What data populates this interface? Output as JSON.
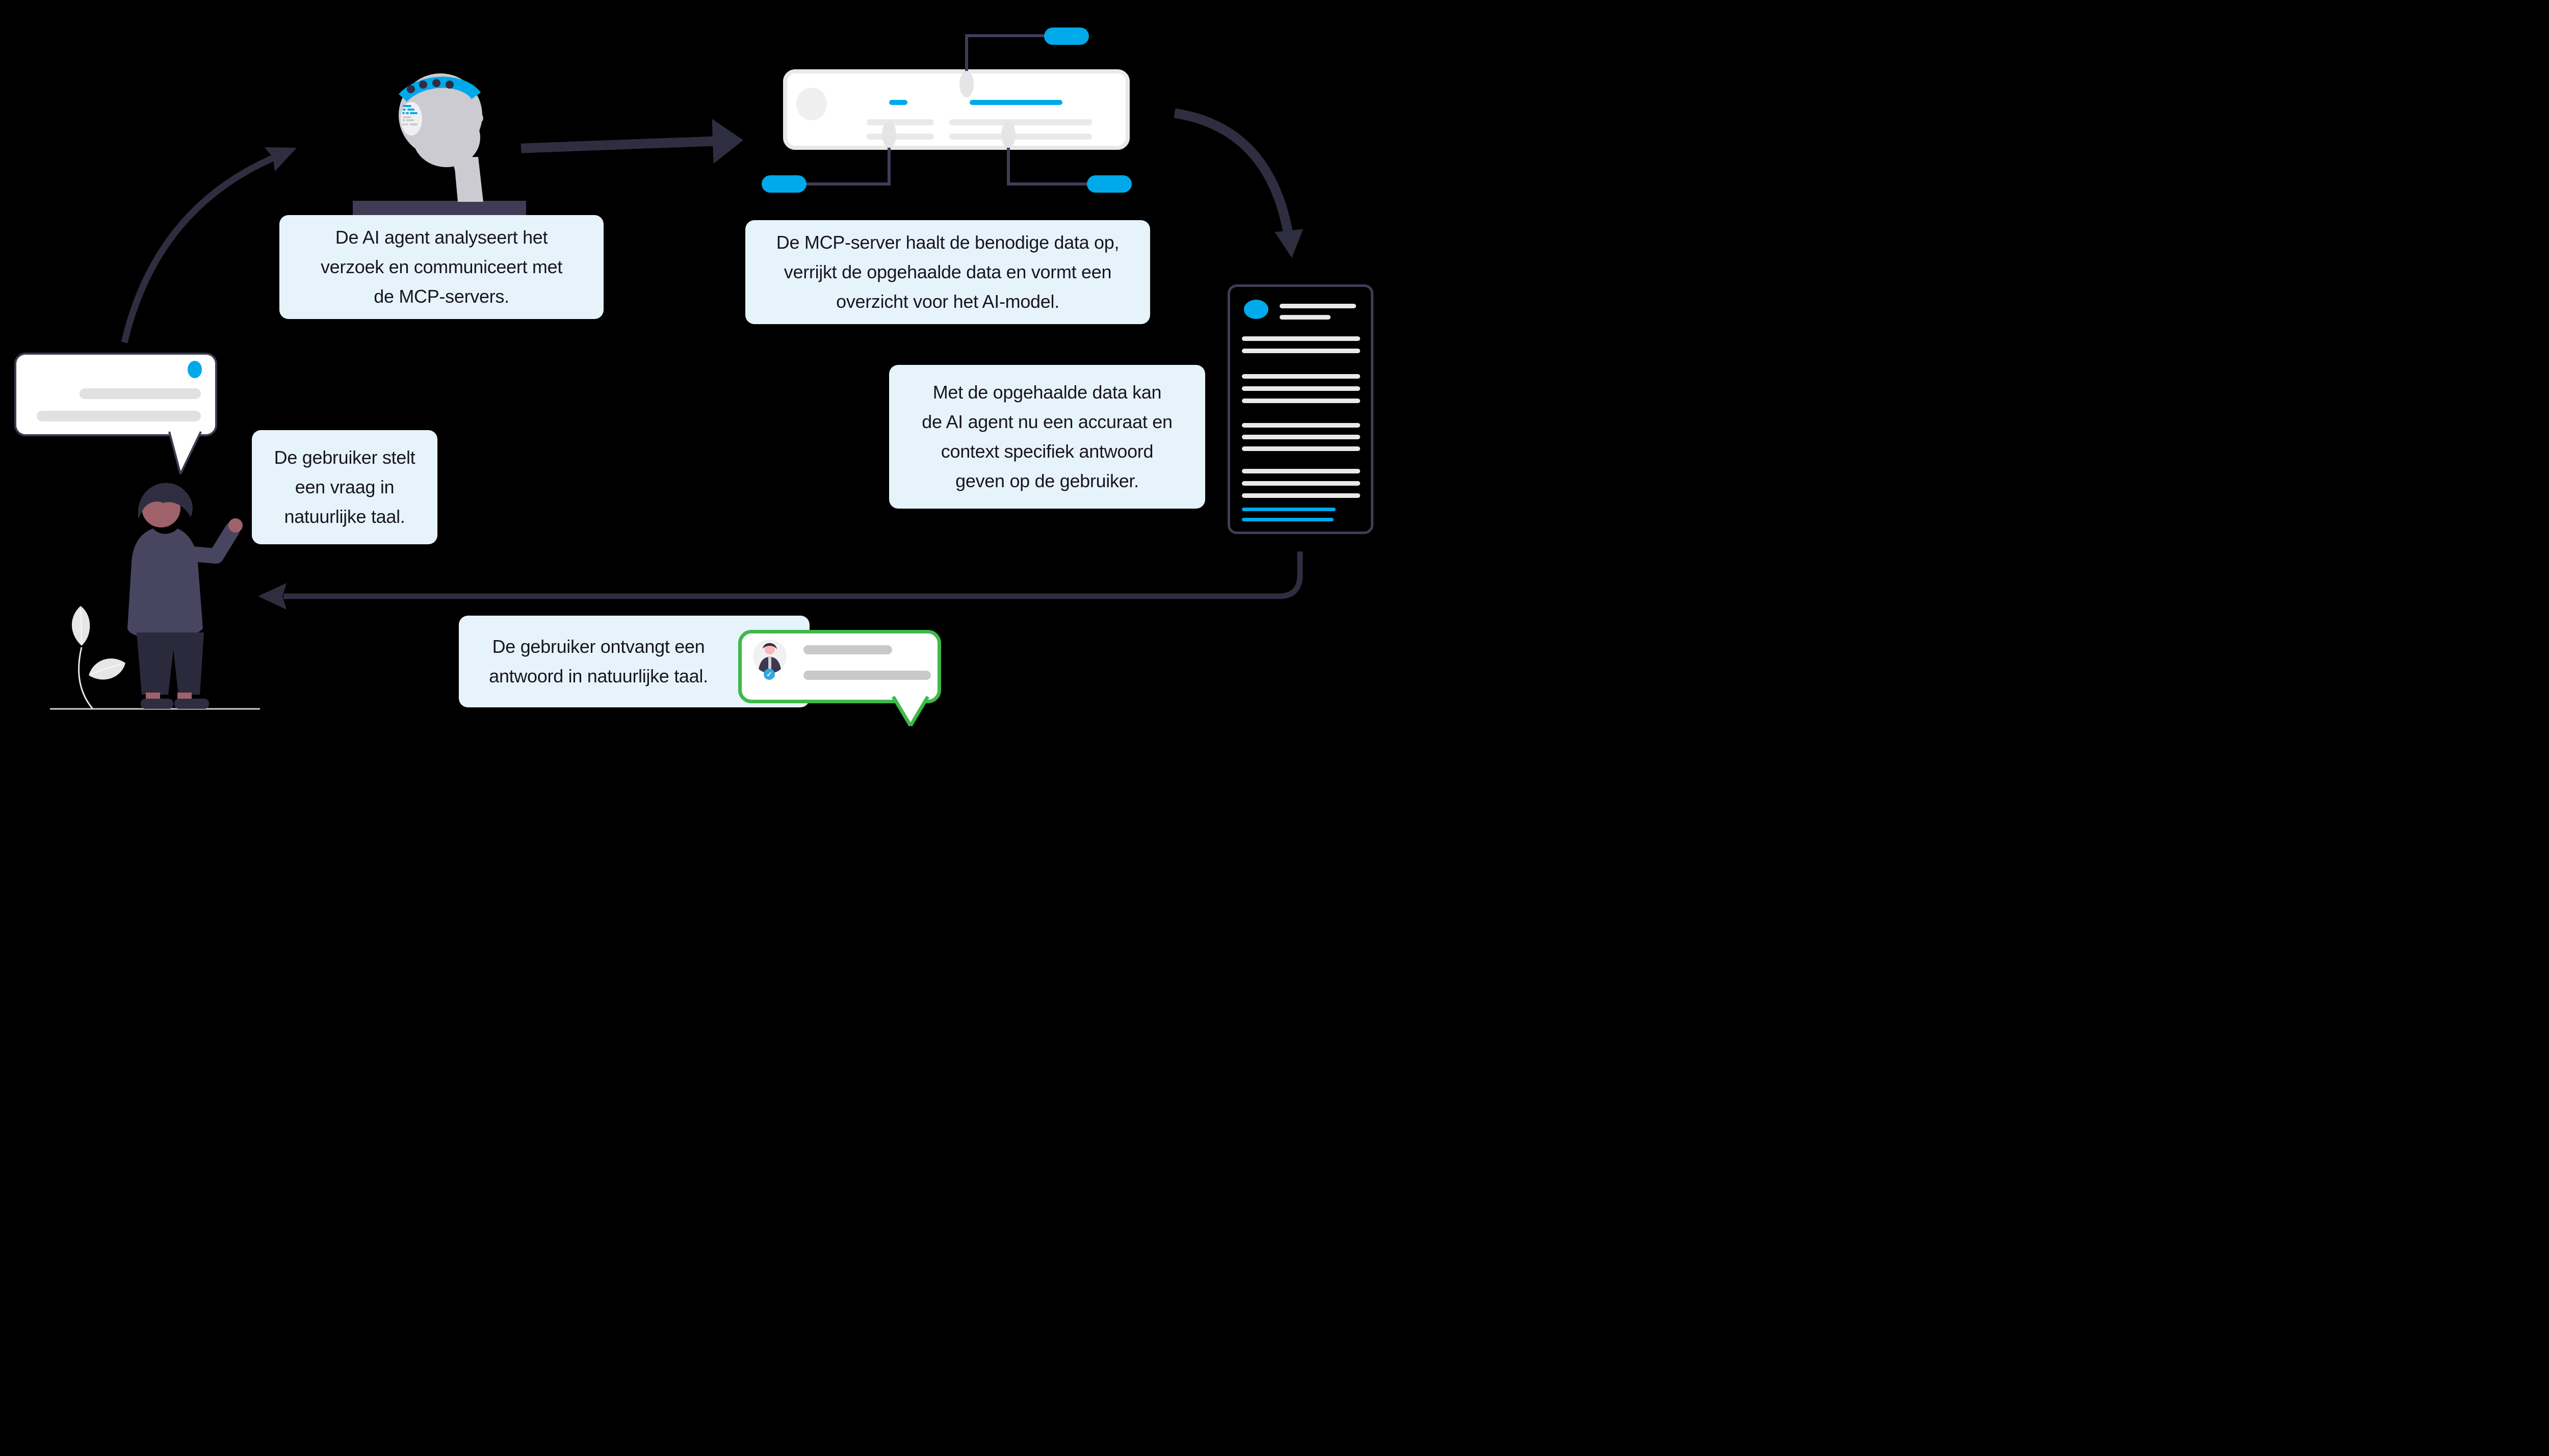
{
  "diagram": {
    "steps": [
      {
        "name": "user-question",
        "lines": [
          "De gebruiker stelt",
          "een vraag in",
          "natuurlijke taal."
        ]
      },
      {
        "name": "ai-agent",
        "lines": [
          "De AI agent analyseert het",
          "verzoek en communiceert met",
          "de MCP-servers."
        ]
      },
      {
        "name": "mcp-server",
        "lines": [
          "De MCP-server haalt de benodige data op,",
          "verrijkt de opgehaalde data en vormt een",
          "overzicht voor het AI-model."
        ]
      },
      {
        "name": "ai-answer",
        "lines": [
          "Met de opgehaalde data kan",
          "de AI agent nu een accuraat en",
          "context specifiek antwoord",
          "geven op de gebruiker."
        ]
      },
      {
        "name": "user-answer",
        "lines": [
          "De gebruiker ontvangt een",
          "antwoord in natuurlijke taal."
        ]
      }
    ],
    "colors": {
      "background": "#000000",
      "accent_blue": "#00a9e9",
      "arrow_navy": "#2f2e41",
      "outline_navy": "#3f3d56",
      "panel_light_blue": "#e7f3fb",
      "bubble_green": "#3eb94a",
      "skin_tone": "#9f616a",
      "robot_head_gray": "#cbcbd1"
    },
    "illustrations": {
      "user": "standing-person-illustration",
      "user_bubble": "speech-bubble-icon",
      "agent": "robot-head-illustration",
      "server": "mcp-server-card-illustration",
      "document": "document-illustration",
      "answer_bubble": "chat-reply-bubble-icon"
    }
  }
}
